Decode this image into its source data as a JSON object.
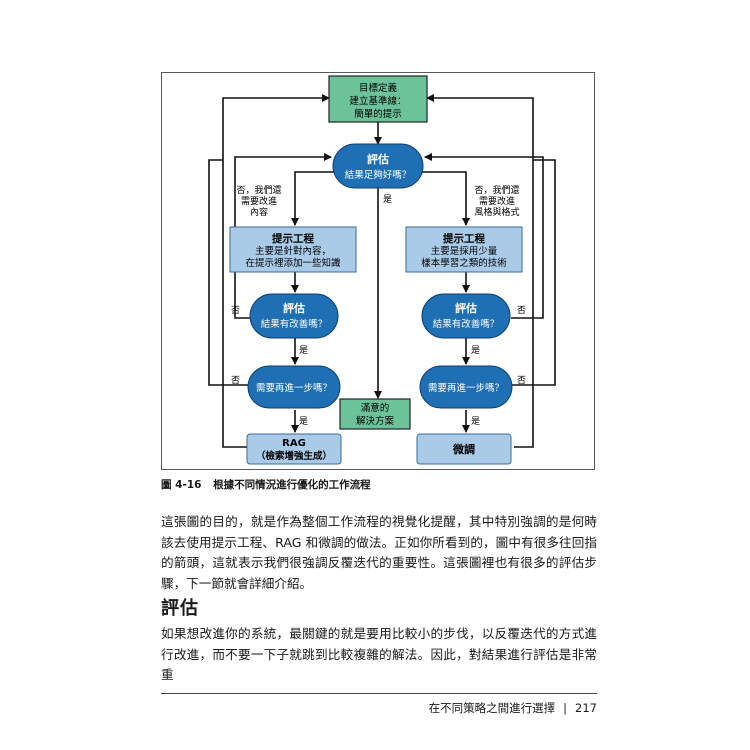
{
  "diagram": {
    "goal_box": [
      "目標定義",
      "建立基準線：",
      "簡單的提示"
    ],
    "eval_top": [
      "評估",
      "結果足夠好嗎？"
    ],
    "no_left_top": [
      "否，我們還",
      "需要改進",
      "內容"
    ],
    "no_right_top": [
      "否，我們還",
      "需要改進",
      "風格與格式"
    ],
    "yes_center": "是",
    "prompt_left": {
      "title": "提示工程",
      "lines": [
        "主要是針對內容，",
        "在提示裡添加一些知識"
      ]
    },
    "prompt_right": {
      "title": "提示工程",
      "lines": [
        "主要是採用少量",
        "樣本學習之類的技術"
      ]
    },
    "eval_mid_left": [
      "評估",
      "結果有改善嗎？"
    ],
    "eval_mid_right": [
      "評估",
      "結果有改善嗎？"
    ],
    "no": "否",
    "yes": "是",
    "next_left": "需要再進一步嗎？",
    "next_right": "需要再進一步嗎？",
    "done_box": [
      "滿意的",
      "解決方案"
    ],
    "rag_box": [
      "RAG",
      "（檢索增強生成）"
    ],
    "finetune_box": "微調"
  },
  "caption": {
    "number": "圖 4-16",
    "text": "根據不同情況進行優化的工作流程"
  },
  "paragraph1": "這張圖的目的，就是作為整個工作流程的視覺化提醒，其中特別強調的是何時該去使用提示工程、RAG 和微調的做法。正如你所看到的，圖中有很多往回指的箭頭，這就表示我們很強調反覆迭代的重要性。這張圖裡也有很多的評估步驟，下一節就會詳細介紹。",
  "section_heading": "評估",
  "paragraph2": "如果想改進你的系統，最關鍵的就是要用比較小的步伐，以反覆迭代的方式進行改進，而不要一下子就跳到比較複雜的解法。因此，對結果進行評估是非常重",
  "footer": {
    "chapter": "在不同策略之間進行選擇",
    "page": "217"
  },
  "colors": {
    "green": "#6cc39a",
    "blue": "#1f6fb5",
    "light_blue": "#aacbe8"
  }
}
